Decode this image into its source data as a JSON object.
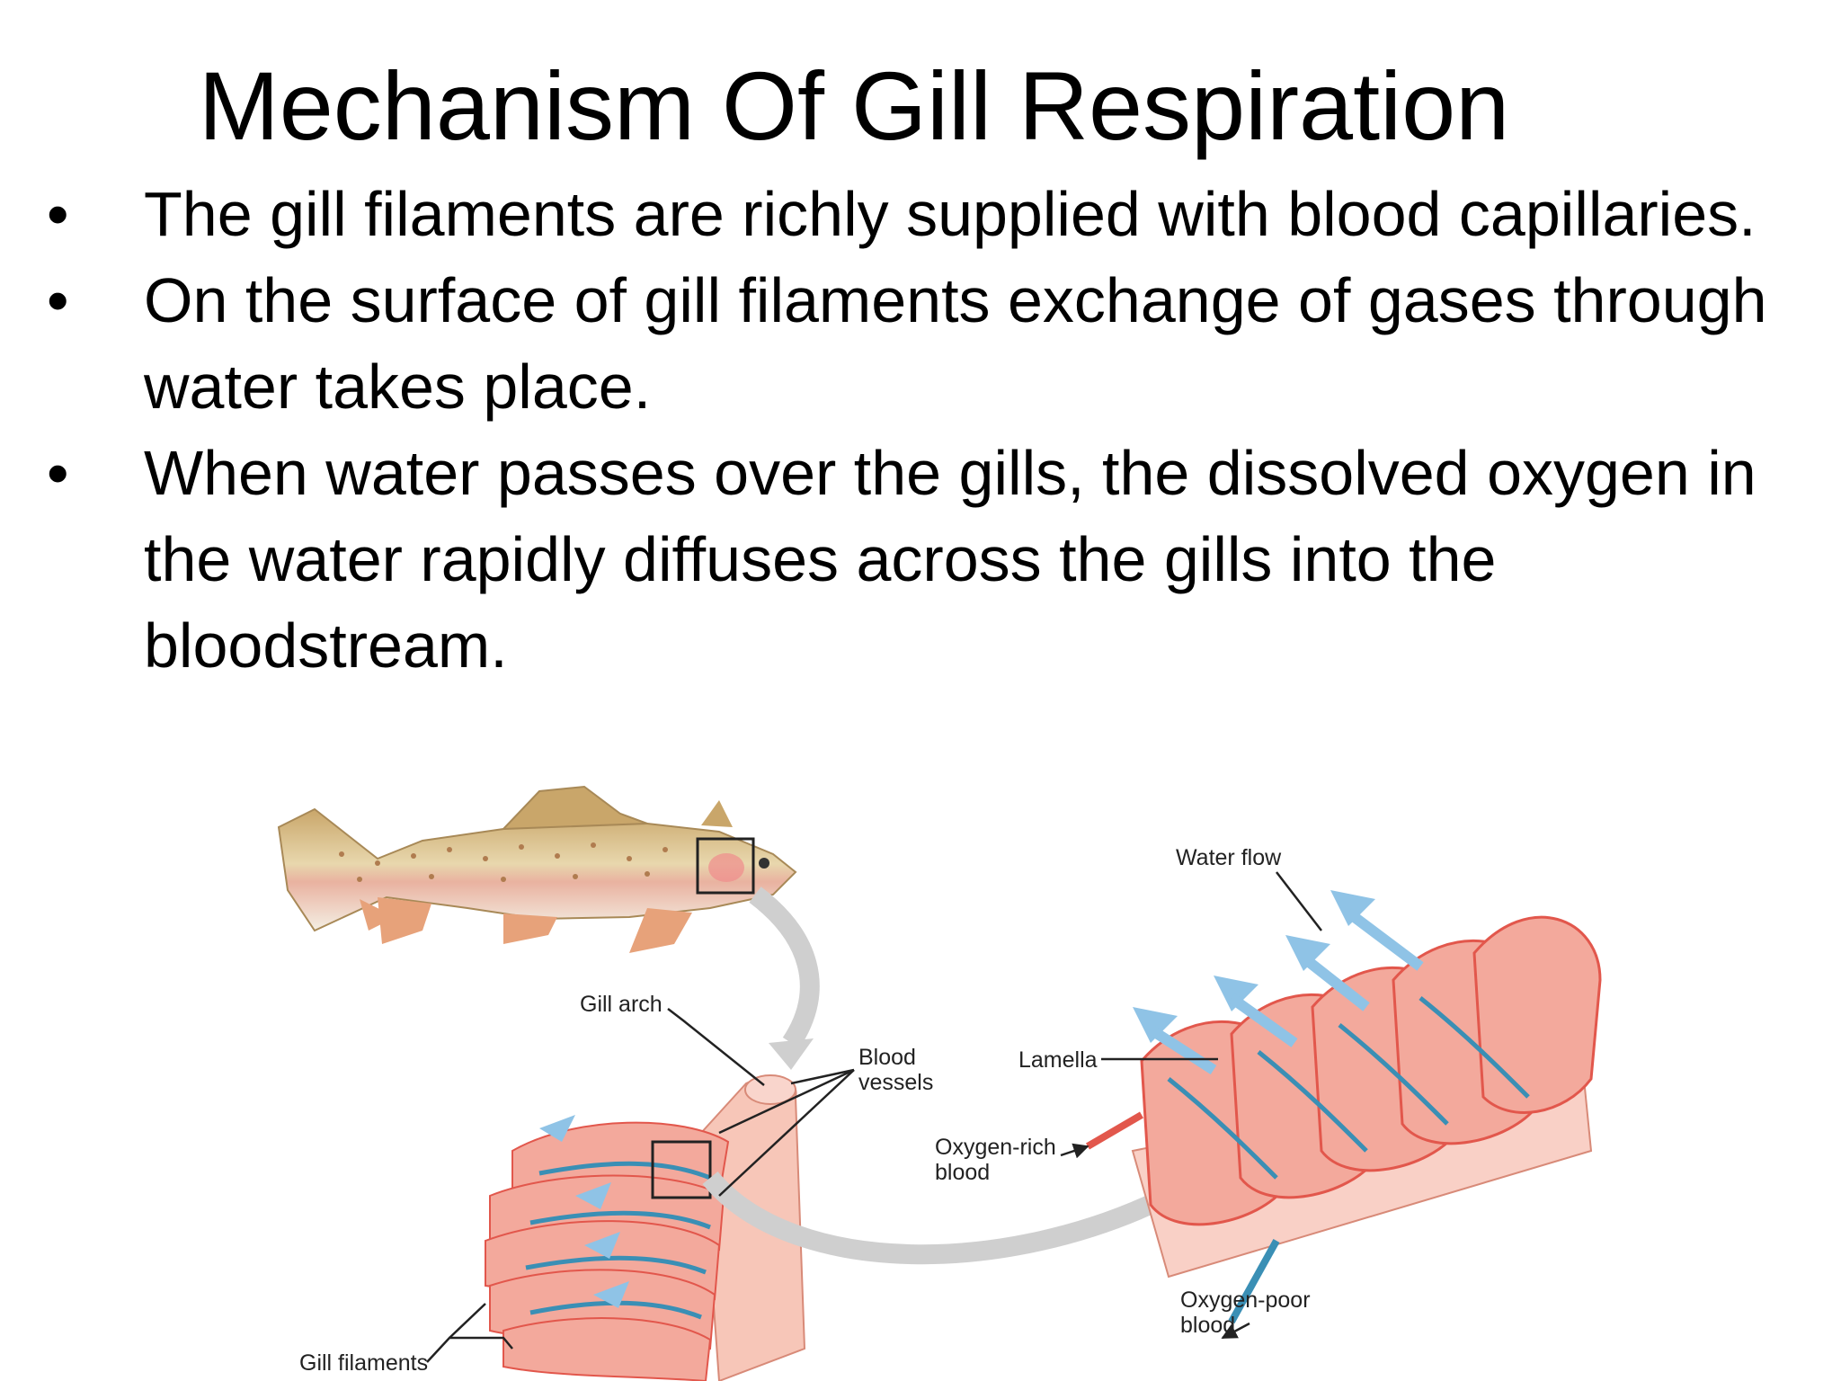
{
  "slide": {
    "title": "Mechanism Of Gill Respiration",
    "bullet_symbol": "•",
    "bullets": [
      "The gill filaments are richly supplied with blood capillaries.",
      "On the surface of gill filaments exchange of gases through water takes place.",
      "When water passes over the gills, the dissolved oxygen in the water rapidly diffuses across the gills into the bloodstream."
    ]
  },
  "diagram": {
    "labels": {
      "gill_arch": "Gill arch",
      "blood_vessels_1": "Blood",
      "blood_vessels_2": "vessels",
      "lamella": "Lamella",
      "water_flow": "Water flow",
      "oxygen_rich_1": "Oxygen-rich",
      "oxygen_rich_2": "blood",
      "oxygen_poor_1": "Oxygen-poor",
      "oxygen_poor_2": "blood",
      "gill_filaments": "Gill filaments"
    },
    "colors": {
      "fish_body": "#e7d3a4",
      "fish_spots": "#b07c4f",
      "fin": "#e7a27a",
      "gill_tissue": "#f3a99c",
      "gill_lines": "#e2574c",
      "oxygen_poor": "#3a8fb5",
      "water_arrow": "#8fc3e6",
      "transition_arrow": "#c8c8c8"
    }
  }
}
